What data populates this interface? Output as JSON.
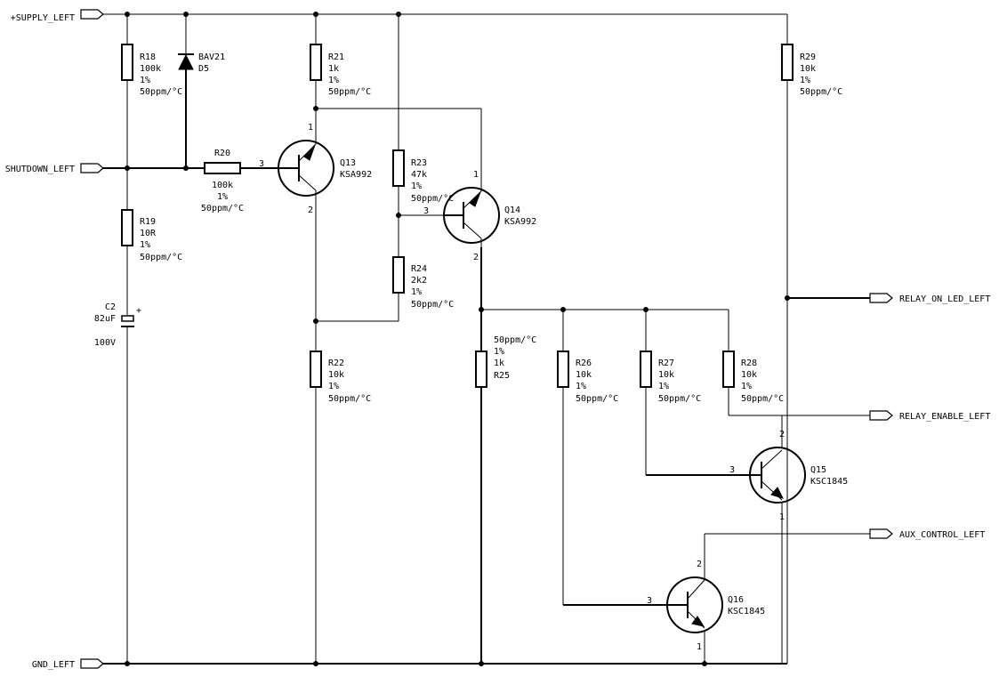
{
  "nets": {
    "supply": "+SUPPLY_LEFT",
    "shutdown": "SHUTDOWN_LEFT",
    "gnd": "GND_LEFT",
    "relay_on_led": "RELAY_ON_LED_LEFT",
    "relay_enable": "RELAY_ENABLE_LEFT",
    "aux_control": "AUX_CONTROL_LEFT"
  },
  "components": {
    "R18": {
      "ref": "R18",
      "value": "100k",
      "tol": "1%",
      "tc": "50ppm/°C"
    },
    "D5": {
      "part": "BAV21",
      "ref": "D5"
    },
    "R20": {
      "ref": "R20",
      "value": "100k",
      "tol": "1%",
      "tc": "50ppm/°C"
    },
    "R19": {
      "ref": "R19",
      "value": "10R",
      "tol": "1%",
      "tc": "50ppm/°C"
    },
    "C2": {
      "ref": "C2",
      "value": "82uF",
      "voltage": "100V",
      "plus": "+"
    },
    "R21": {
      "ref": "R21",
      "value": "1k",
      "tol": "1%",
      "tc": "50ppm/°C"
    },
    "Q13": {
      "ref": "Q13",
      "part": "KSA992",
      "pin_b": "3",
      "pin_e": "1",
      "pin_c": "2"
    },
    "R23": {
      "ref": "R23",
      "value": "47k",
      "tol": "1%",
      "tc": "50ppm/°C"
    },
    "Q14": {
      "ref": "Q14",
      "part": "KSA992",
      "pin_b": "3",
      "pin_e": "1",
      "pin_c": "2"
    },
    "R24": {
      "ref": "R24",
      "value": "2k2",
      "tol": "1%",
      "tc": "50ppm/°C"
    },
    "R22": {
      "ref": "R22",
      "value": "10k",
      "tol": "1%",
      "tc": "50ppm/°C"
    },
    "R25": {
      "ref": "R25",
      "value": "1k",
      "tol": "1%",
      "tc": "50ppm/°C"
    },
    "R26": {
      "ref": "R26",
      "value": "10k",
      "tol": "1%",
      "tc": "50ppm/°C"
    },
    "R27": {
      "ref": "R27",
      "value": "10k",
      "tol": "1%",
      "tc": "50ppm/°C"
    },
    "R28": {
      "ref": "R28",
      "value": "10k",
      "tol": "1%",
      "tc": "50ppm/°C"
    },
    "R29": {
      "ref": "R29",
      "value": "10k",
      "tol": "1%",
      "tc": "50ppm/°C"
    },
    "Q15": {
      "ref": "Q15",
      "part": "KSC1845",
      "pin_b": "3",
      "pin_e": "1",
      "pin_c": "2"
    },
    "Q16": {
      "ref": "Q16",
      "part": "KSC1845",
      "pin_b": "3",
      "pin_e": "1",
      "pin_c": "2"
    }
  }
}
